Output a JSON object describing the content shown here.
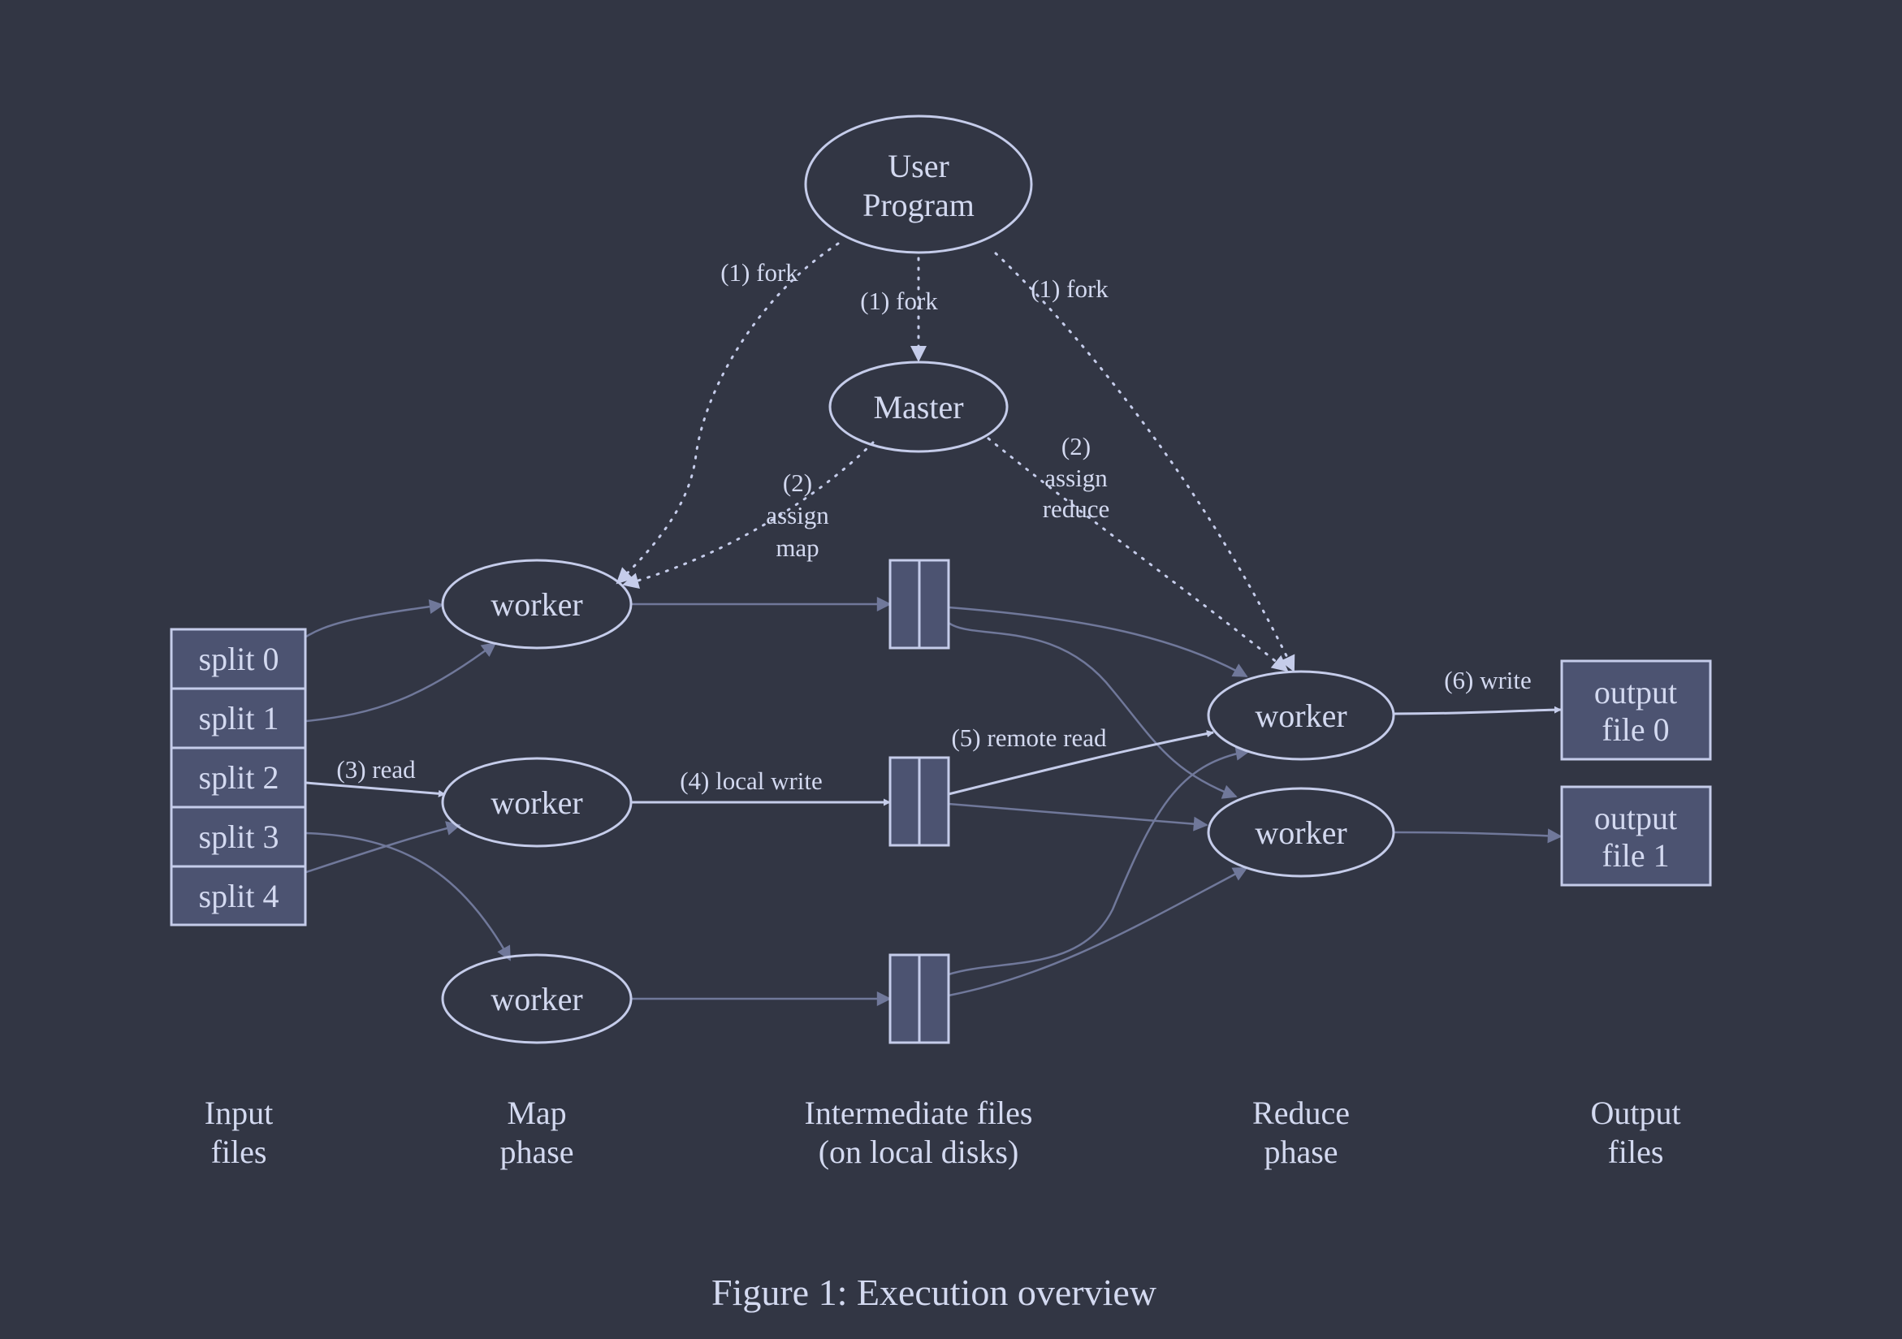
{
  "nodes": {
    "user_program": [
      "User",
      "Program"
    ],
    "master": "Master",
    "map_worker": "worker",
    "reduce_worker": "worker",
    "splits": [
      "split 0",
      "split 1",
      "split 2",
      "split 3",
      "split 4"
    ],
    "outputs": [
      [
        "output",
        "file 0"
      ],
      [
        "output",
        "file 1"
      ]
    ]
  },
  "edges": {
    "fork": "(1) fork",
    "assign_map": [
      "(2)",
      "assign",
      "map"
    ],
    "assign_reduce": [
      "(2)",
      "assign",
      "reduce"
    ],
    "read": "(3) read",
    "local_write": "(4) local write",
    "remote_read": "(5) remote read",
    "write": "(6) write"
  },
  "columns": [
    [
      "Input",
      "files"
    ],
    [
      "Map",
      "phase"
    ],
    [
      "Intermediate files",
      "(on local disks)"
    ],
    [
      "Reduce",
      "phase"
    ],
    [
      "Output",
      "files"
    ]
  ],
  "caption": "Figure 1: Execution overview",
  "colors": {
    "background": "#323644",
    "stroke": "#c5ccea",
    "faint_edge": "#70789a",
    "box_fill": "#4c5371",
    "text": "#d3d9f0"
  }
}
